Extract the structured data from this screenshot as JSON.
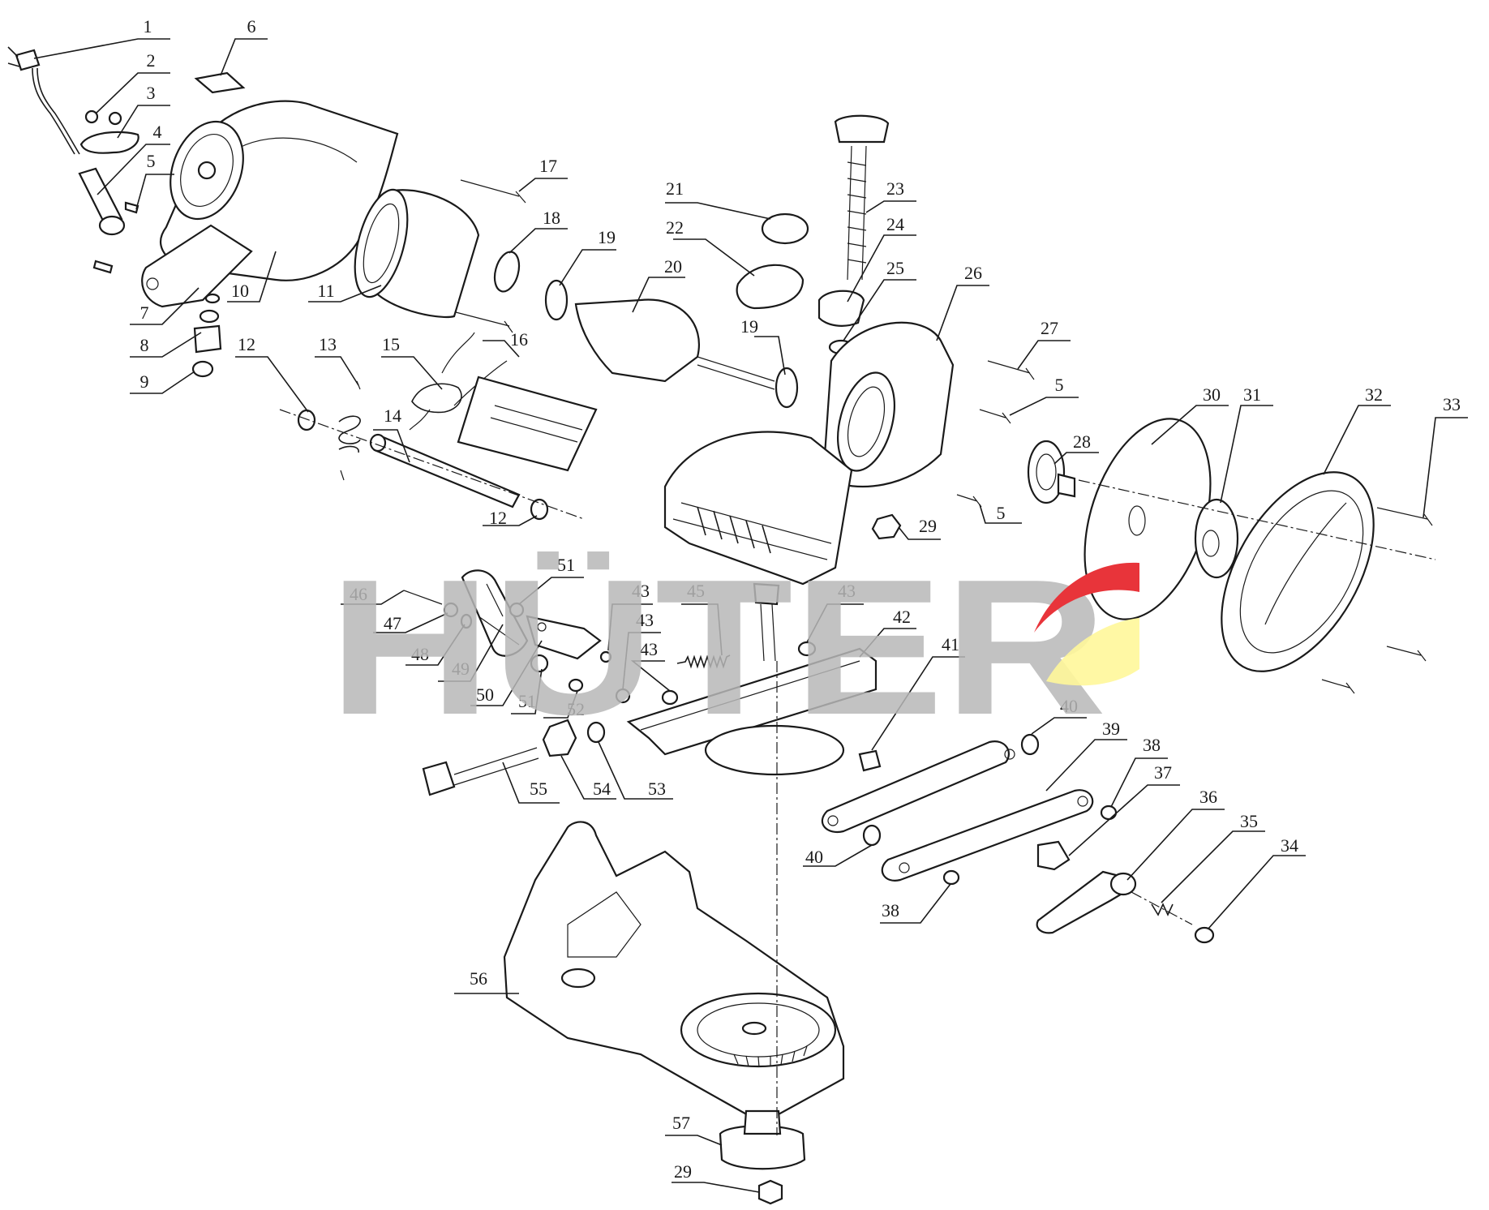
{
  "brand": {
    "watermark_text": "HÜTER",
    "colors": {
      "watermark_gray": "#b7b7b7",
      "logo_red": "#e8343a",
      "logo_yellow": "#fff79a"
    }
  },
  "callouts": [
    "1",
    "2",
    "3",
    "4",
    "5",
    "5",
    "5",
    "5",
    "6",
    "7",
    "8",
    "9",
    "10",
    "11",
    "12",
    "12",
    "13",
    "14",
    "15",
    "16",
    "17",
    "18",
    "19",
    "19",
    "20",
    "21",
    "22",
    "23",
    "24",
    "25",
    "26",
    "27",
    "28",
    "29",
    "29",
    "30",
    "31",
    "32",
    "33",
    "34",
    "35",
    "36",
    "37",
    "38",
    "38",
    "39",
    "40",
    "40",
    "41",
    "42",
    "43",
    "43",
    "43",
    "43",
    "45",
    "46",
    "47",
    "48",
    "49",
    "50",
    "51",
    "51",
    "52",
    "53",
    "54",
    "55",
    "56",
    "57"
  ]
}
